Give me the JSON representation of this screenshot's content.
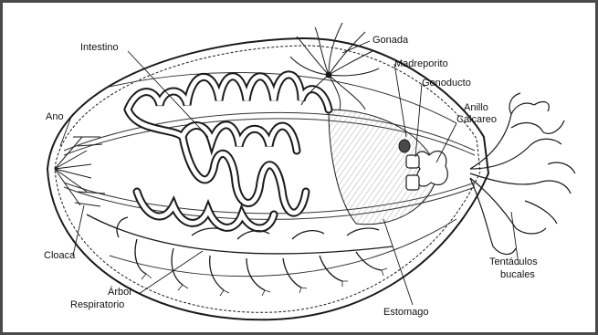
{
  "diagram": {
    "labels": {
      "intestino": "Intestino",
      "gonada": "Gonada",
      "madreporito": "Madreporito",
      "gonoducto": "Gonoducto",
      "anillo": "Anillo",
      "calcareo": "Calcareo",
      "ano": "Ano",
      "cloaca": "Cloaca",
      "arbol": "Árbol",
      "respiratorio": "Respiratorio",
      "estomago": "Estomago",
      "tentaculos": "Tentáculos",
      "bucales": "bucales"
    },
    "colors": {
      "ink": "#1a1a1a",
      "body_shade": "#e6e6e6",
      "frame": "#4a4a4a"
    }
  }
}
